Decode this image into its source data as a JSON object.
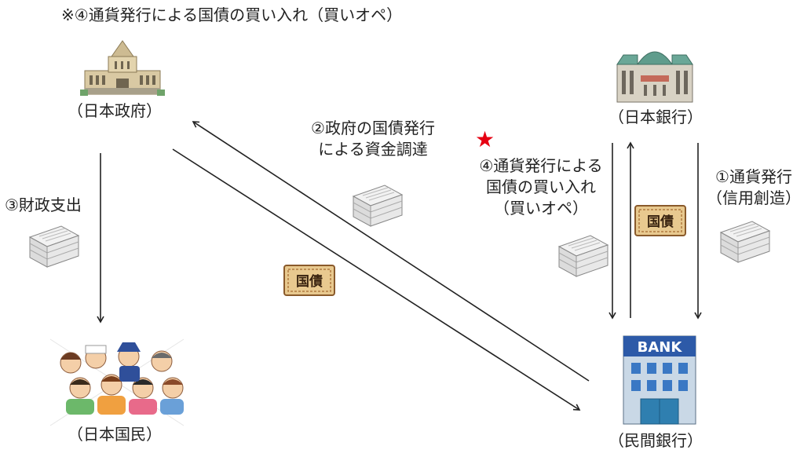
{
  "note": "※④通貨発行による国債の買い入れ（買いオペ）",
  "nodes": {
    "government": "（日本政府）",
    "boj": "（日本銀行）",
    "people": "（日本国民）",
    "private_bank": "（民間銀行）"
  },
  "bank_sign": "BANK",
  "bond_label": "国債",
  "flows": {
    "bond_issuance": [
      "②政府の国債発行",
      "による資金調達"
    ],
    "fiscal_spending": "③財政支出",
    "buy_operation": [
      "④通貨発行による",
      "国債の買い入れ",
      "（買いオペ）"
    ],
    "currency_issuance": [
      "①通貨発行",
      "（信用創造）"
    ]
  },
  "colors": {
    "arrow": "#222222",
    "star": "#e60012",
    "bond_bg": "#e8c98f",
    "bond_border": "#8a5a2b"
  },
  "icons": [
    "diet-building-icon",
    "boj-building-icon",
    "bank-building-icon",
    "people-crowd-icon",
    "money-stack-icon",
    "bond-certificate-icon",
    "red-star-icon"
  ]
}
